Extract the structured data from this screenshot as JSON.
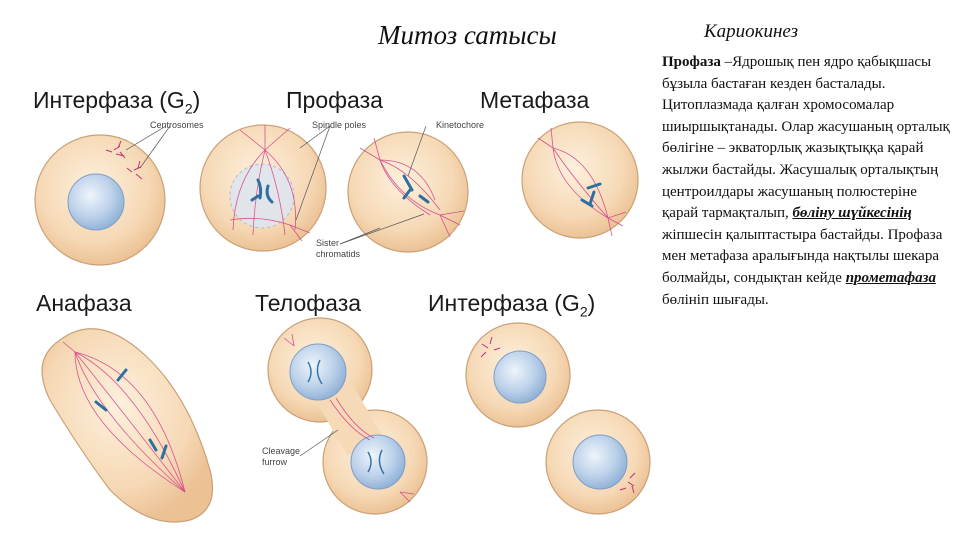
{
  "title": "Митоз сатысы",
  "stages": {
    "interphase_g2": "Интерфаза (G",
    "sub2": "2",
    "close_paren": ")",
    "prophase": "Профаза",
    "metaphase": "Метафаза",
    "anaphase": "Анафаза",
    "telophase": "Телофаза",
    "interphase_g2_end": "Интерфаза (G"
  },
  "annotations": {
    "centrosomes": "Centrosomes",
    "spindle_poles": "Spindle poles",
    "kinetochore": "Kinetochore",
    "sister_line1": "Sister",
    "sister_line2": "chromatids",
    "cleavage_line1": "Cleavage",
    "cleavage_line2": "furrow"
  },
  "right_panel": {
    "title": "Кариокинез",
    "term_prophase": "Профаза",
    "text_1": " –Ядрошық пен ядро қабықшасы бұзыла бастаған кезден басталады. Цитоплазмада қалған хромосомалар шиыршықтанады. Олар жасушаның орталық бөлігіне – экваторлық жазықтыққа қарай жылжи бастайды. Жасушалық орталықтың центроилдары жасушаның полюстеріне қарай тармақталып, ",
    "term_spindle": "бөліну шүйкесінің",
    "text_2": " жіпшесін қалыптастыра бастайды. Профаза мен метафаза аралығында нақтылы шекара болмайды, сондықтан кейде ",
    "term_prometaphase": "прометафаза",
    "text_3": " бөлініп шығады."
  },
  "colors": {
    "cytoplasm": "#f7dfc0",
    "cell_edge": "#c9a177",
    "nucleus": "#b9d0ea",
    "spindle": "#d13a86",
    "chromosome": "#2f6fa0"
  }
}
